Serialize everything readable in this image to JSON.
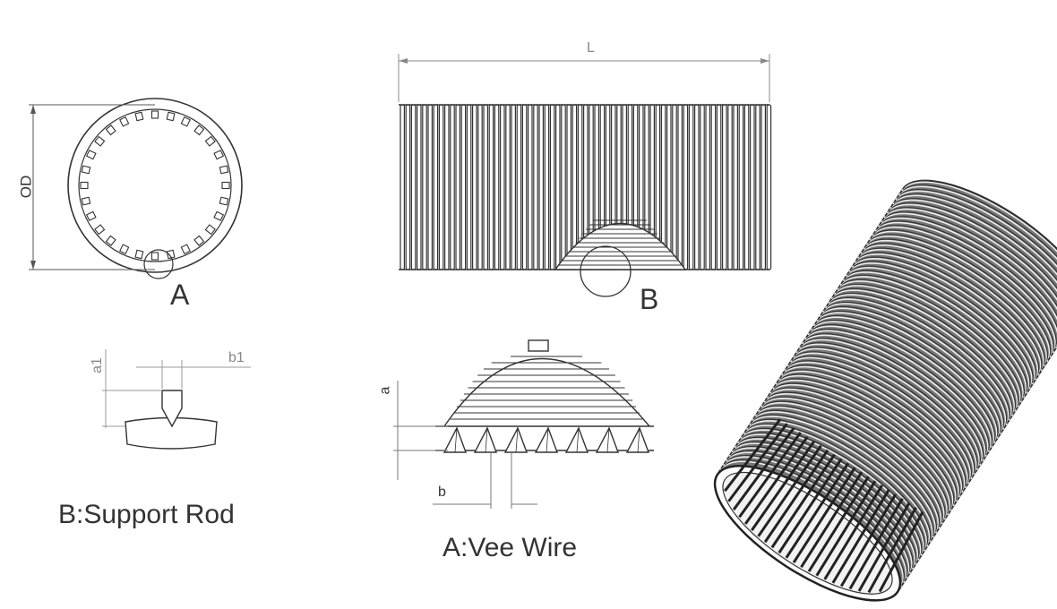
{
  "labels": {
    "od": "OD",
    "a_callout": "A",
    "l": "L",
    "b_callout": "B",
    "a1": "a1",
    "b1": "b1",
    "a": "a",
    "b": "b",
    "support_rod_caption": "B:Support Rod",
    "vee_wire_caption": "A:Vee Wire"
  },
  "colors": {
    "line": "#333333",
    "dim_line": "#888888",
    "background": "#ffffff"
  }
}
